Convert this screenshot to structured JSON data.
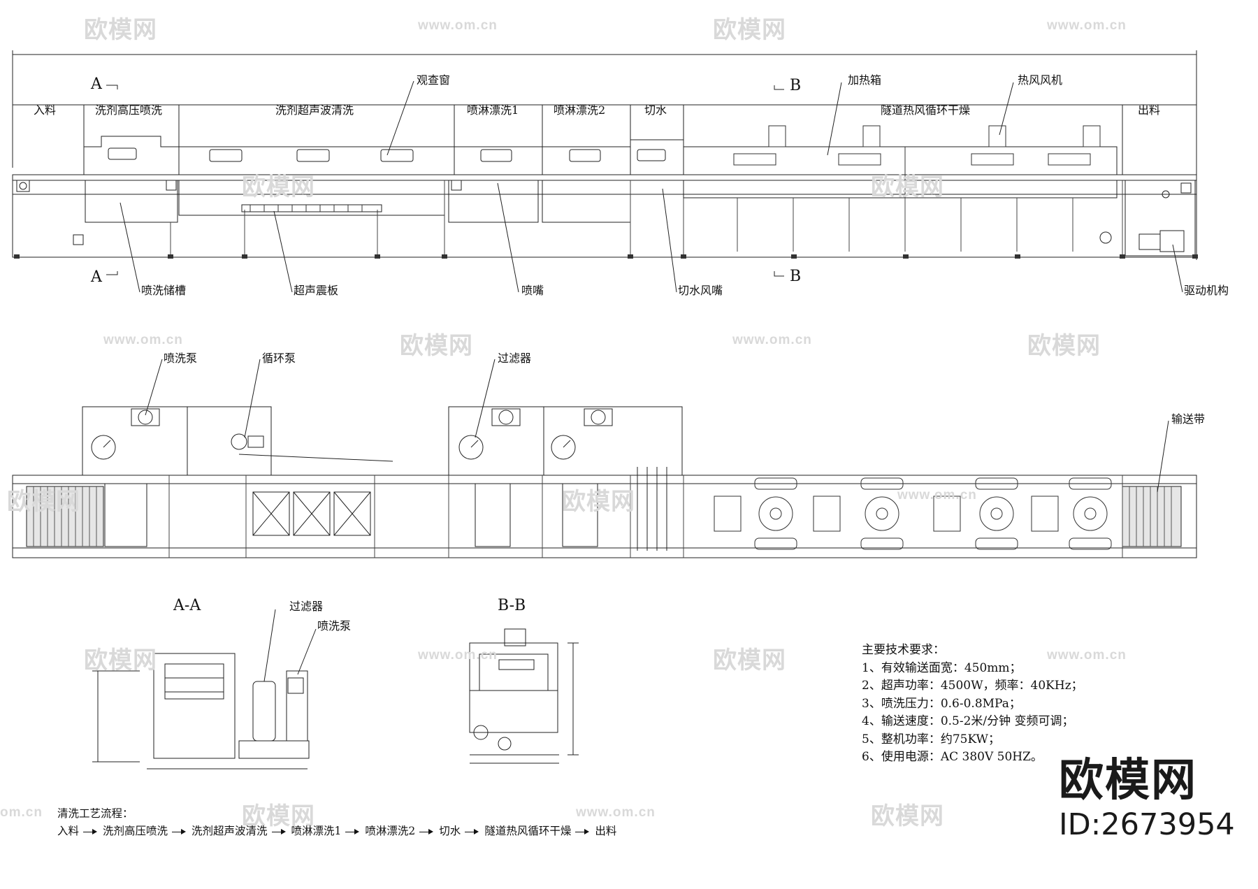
{
  "watermark": {
    "cn_text": "欧模网",
    "url_text": "www.om.cn",
    "url_partial": "om.cn"
  },
  "brand": {
    "name": "欧模网",
    "id": "ID:2673954"
  },
  "top_view": {
    "sections": [
      "入料",
      "洗剂高压喷洗",
      "洗剂超声波清洗",
      "喷淋漂洗1",
      "喷淋漂洗2",
      "切水",
      "隧道热风循环干燥",
      "出料"
    ],
    "callouts": {
      "window": "观查窗",
      "heater_box": "加热箱",
      "hot_fan": "热风风机",
      "spray_tank": "喷洗储槽",
      "ultrasonic_plate": "超声震板",
      "nozzle": "喷嘴",
      "air_knife": "切水风嘴",
      "drive": "驱动机构"
    },
    "section_marks": {
      "a_top": "A",
      "a_bottom": "A",
      "b_top": "B",
      "b_bottom": "B"
    }
  },
  "plan_view": {
    "callouts": {
      "spray_pump": "喷洗泵",
      "circ_pump": "循环泵",
      "filter": "过滤器",
      "belt": "输送带"
    }
  },
  "section_aa": {
    "title": "A-A",
    "filter": "过滤器",
    "pump": "喷洗泵"
  },
  "section_bb": {
    "title": "B-B"
  },
  "tech": {
    "title": "主要技术要求：",
    "items": [
      "1、有效输送面宽：450mm；",
      "2、超声功率：4500W，频率：40KHz；",
      "3、喷洗压力：0.6-0.8MPa；",
      "4、输送速度：0.5-2米/分钟 变频可调；",
      "5、整机功率：约75KW；",
      "6、使用电源：AC 380V  50HZ。"
    ]
  },
  "process": {
    "title": "清洗工艺流程：",
    "steps": [
      "入料",
      "洗剂高压喷洗",
      "洗剂超声波清洗",
      "喷淋漂洗1",
      "喷淋漂洗2",
      "切水",
      "隧道热风循环干燥",
      "出料"
    ]
  }
}
